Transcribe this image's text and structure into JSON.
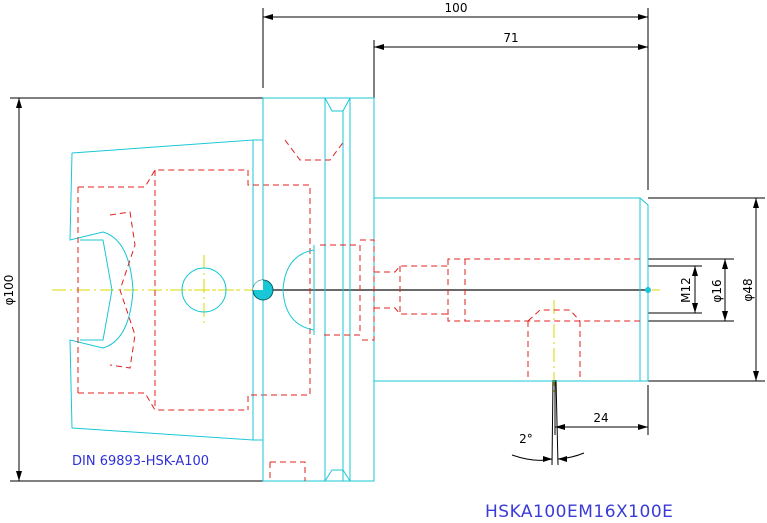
{
  "dimensions": {
    "overall_length": "100",
    "shank_length": "71",
    "flange_diameter": "φ100",
    "shank_diameter": "φ48",
    "bore_diameter": "φ16",
    "thread": "M12",
    "screw_offset": "24",
    "angle": "2°"
  },
  "standard_label": "DIN 69893-HSK-A100",
  "part_title": "HSKA100EM16X100E"
}
